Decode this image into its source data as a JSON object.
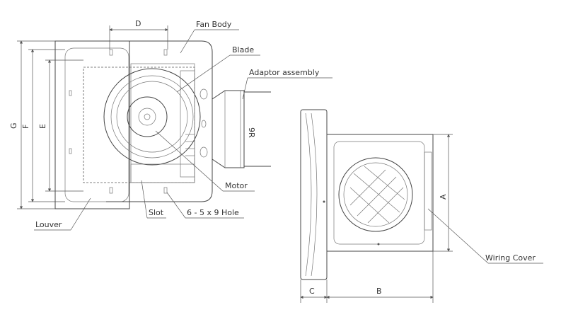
{
  "labels": {
    "fan_body": "Fan Body",
    "blade": "Blade",
    "adaptor": "Adaptor assembly",
    "motor": "Motor",
    "slot": "Slot",
    "hole": "6 - 5 x 9 Hole",
    "louver": "Louver",
    "wiring_cover": "Wiring Cover",
    "rotation_mark": "9R"
  },
  "dimensions": {
    "a": "A",
    "b": "B",
    "c": "C",
    "d": "D",
    "e": "E",
    "f": "F",
    "g": "G"
  }
}
